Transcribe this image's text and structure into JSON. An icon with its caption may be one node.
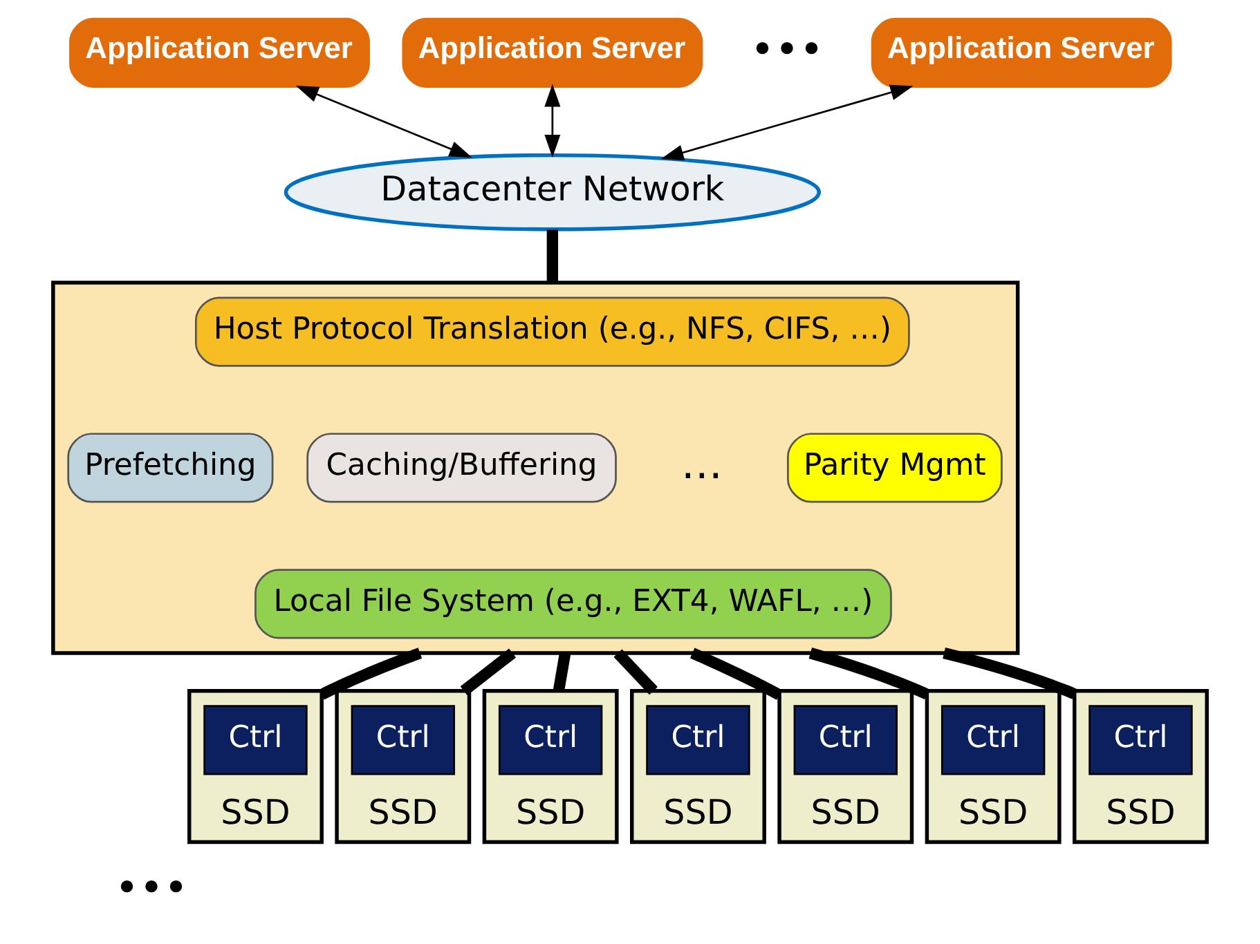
{
  "diagram": {
    "nodes": [
      {
        "text": [
          "Application Server"
        ]
      },
      {
        "text": [
          "Application Server"
        ]
      },
      {
        "text": [
          "Application Server"
        ]
      },
      {
        "text": [
          "Datacenter Network"
        ]
      },
      {
        "text": [],
        "shape": "box"
      },
      {
        "text": [
          "Host Protocol Translation (e.g., NFS, CIFS, …)"
        ],
        "in": 4
      },
      {
        "text": [
          "Prefetching"
        ],
        "in": 4
      },
      {
        "text": [
          "Caching/Buffering"
        ],
        "in": 4
      },
      {
        "text": [
          "Parity Mgmt"
        ],
        "in": 4
      },
      {
        "text": [
          "Local File System (e.g., EXT4, WAFL, …)"
        ],
        "in": 4
      },
      {
        "text": [
          "SSD"
        ]
      },
      {
        "text": [
          "Ctrl"
        ],
        "in": 10
      },
      {
        "text": [
          "SSD"
        ]
      },
      {
        "text": [
          "Ctrl"
        ],
        "in": 12
      },
      {
        "text": [
          "SSD"
        ]
      },
      {
        "text": [
          "Ctrl"
        ],
        "in": 14
      },
      {
        "text": [
          "SSD"
        ]
      },
      {
        "text": [
          "Ctrl"
        ],
        "in": 16
      },
      {
        "text": [
          "SSD"
        ]
      },
      {
        "text": [
          "Ctrl"
        ],
        "in": 18
      },
      {
        "text": [
          "SSD"
        ]
      },
      {
        "text": [
          "Ctrl"
        ],
        "in": 20
      },
      {
        "text": [
          "SSD"
        ]
      },
      {
        "text": [
          "Ctrl"
        ],
        "in": 22
      }
    ],
    "edges": [
      {
        "from": 0,
        "to": 3,
        "arrow": "both"
      },
      {
        "from": 1,
        "to": 3,
        "arrow": "both"
      },
      {
        "from": 2,
        "to": 3,
        "arrow": "both"
      },
      {
        "from": 3,
        "to": 4,
        "arrow": "none"
      },
      {
        "from": 4,
        "to": 10,
        "arrow": "none"
      },
      {
        "from": 4,
        "to": 12,
        "arrow": "none"
      },
      {
        "from": 4,
        "to": 14,
        "arrow": "none"
      },
      {
        "from": 4,
        "to": 16,
        "arrow": "none"
      },
      {
        "from": 4,
        "to": 18,
        "arrow": "none"
      },
      {
        "from": 4,
        "to": 20,
        "arrow": "none"
      },
      {
        "from": 4,
        "to": 22,
        "arrow": "none"
      }
    ],
    "labels": [
      "•••",
      "…",
      "•••"
    ]
  }
}
